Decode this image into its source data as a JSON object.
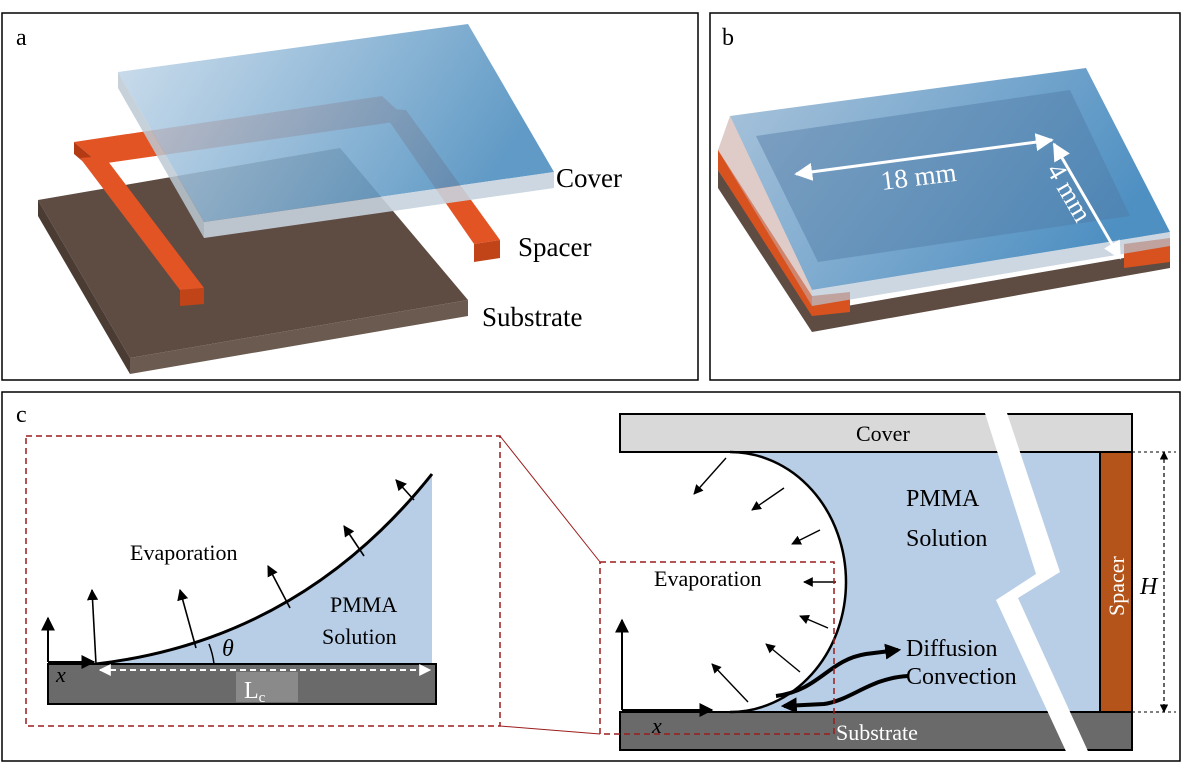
{
  "panel_a": {
    "label": "a",
    "cover_label": "Cover",
    "spacer_label": "Spacer",
    "substrate_label": "Substrate"
  },
  "panel_b": {
    "label": "b",
    "length_label": "18 mm",
    "width_label": "4 mm"
  },
  "panel_c": {
    "label": "c",
    "inset": {
      "evaporation_label": "Evaporation",
      "solution_line1": "PMMA",
      "solution_line2": "Solution",
      "angle_symbol": "θ",
      "x_axis_label": "x",
      "length_label": "L",
      "length_subscript": "c"
    },
    "main": {
      "cover_label": "Cover",
      "solution_line1": "PMMA",
      "solution_line2": "Solution",
      "evaporation_label": "Evaporation",
      "diffusion_label": "Diffusion",
      "convection_label": "Convection",
      "spacer_label": "Spacer",
      "substrate_label": "Substrate",
      "height_label": "H",
      "x_axis_label": "x"
    }
  },
  "colors": {
    "cover_blue": "#7fa9cc",
    "spacer_orange": "#e35424",
    "spacer_brown": "#b4541a",
    "substrate_brown": "#5e4c43",
    "solution_blue": "#b8cde6",
    "substrate_grey": "#6a6a6a",
    "cover_grey": "#d9d9d9",
    "inset_outline": "#9b1c1c"
  }
}
